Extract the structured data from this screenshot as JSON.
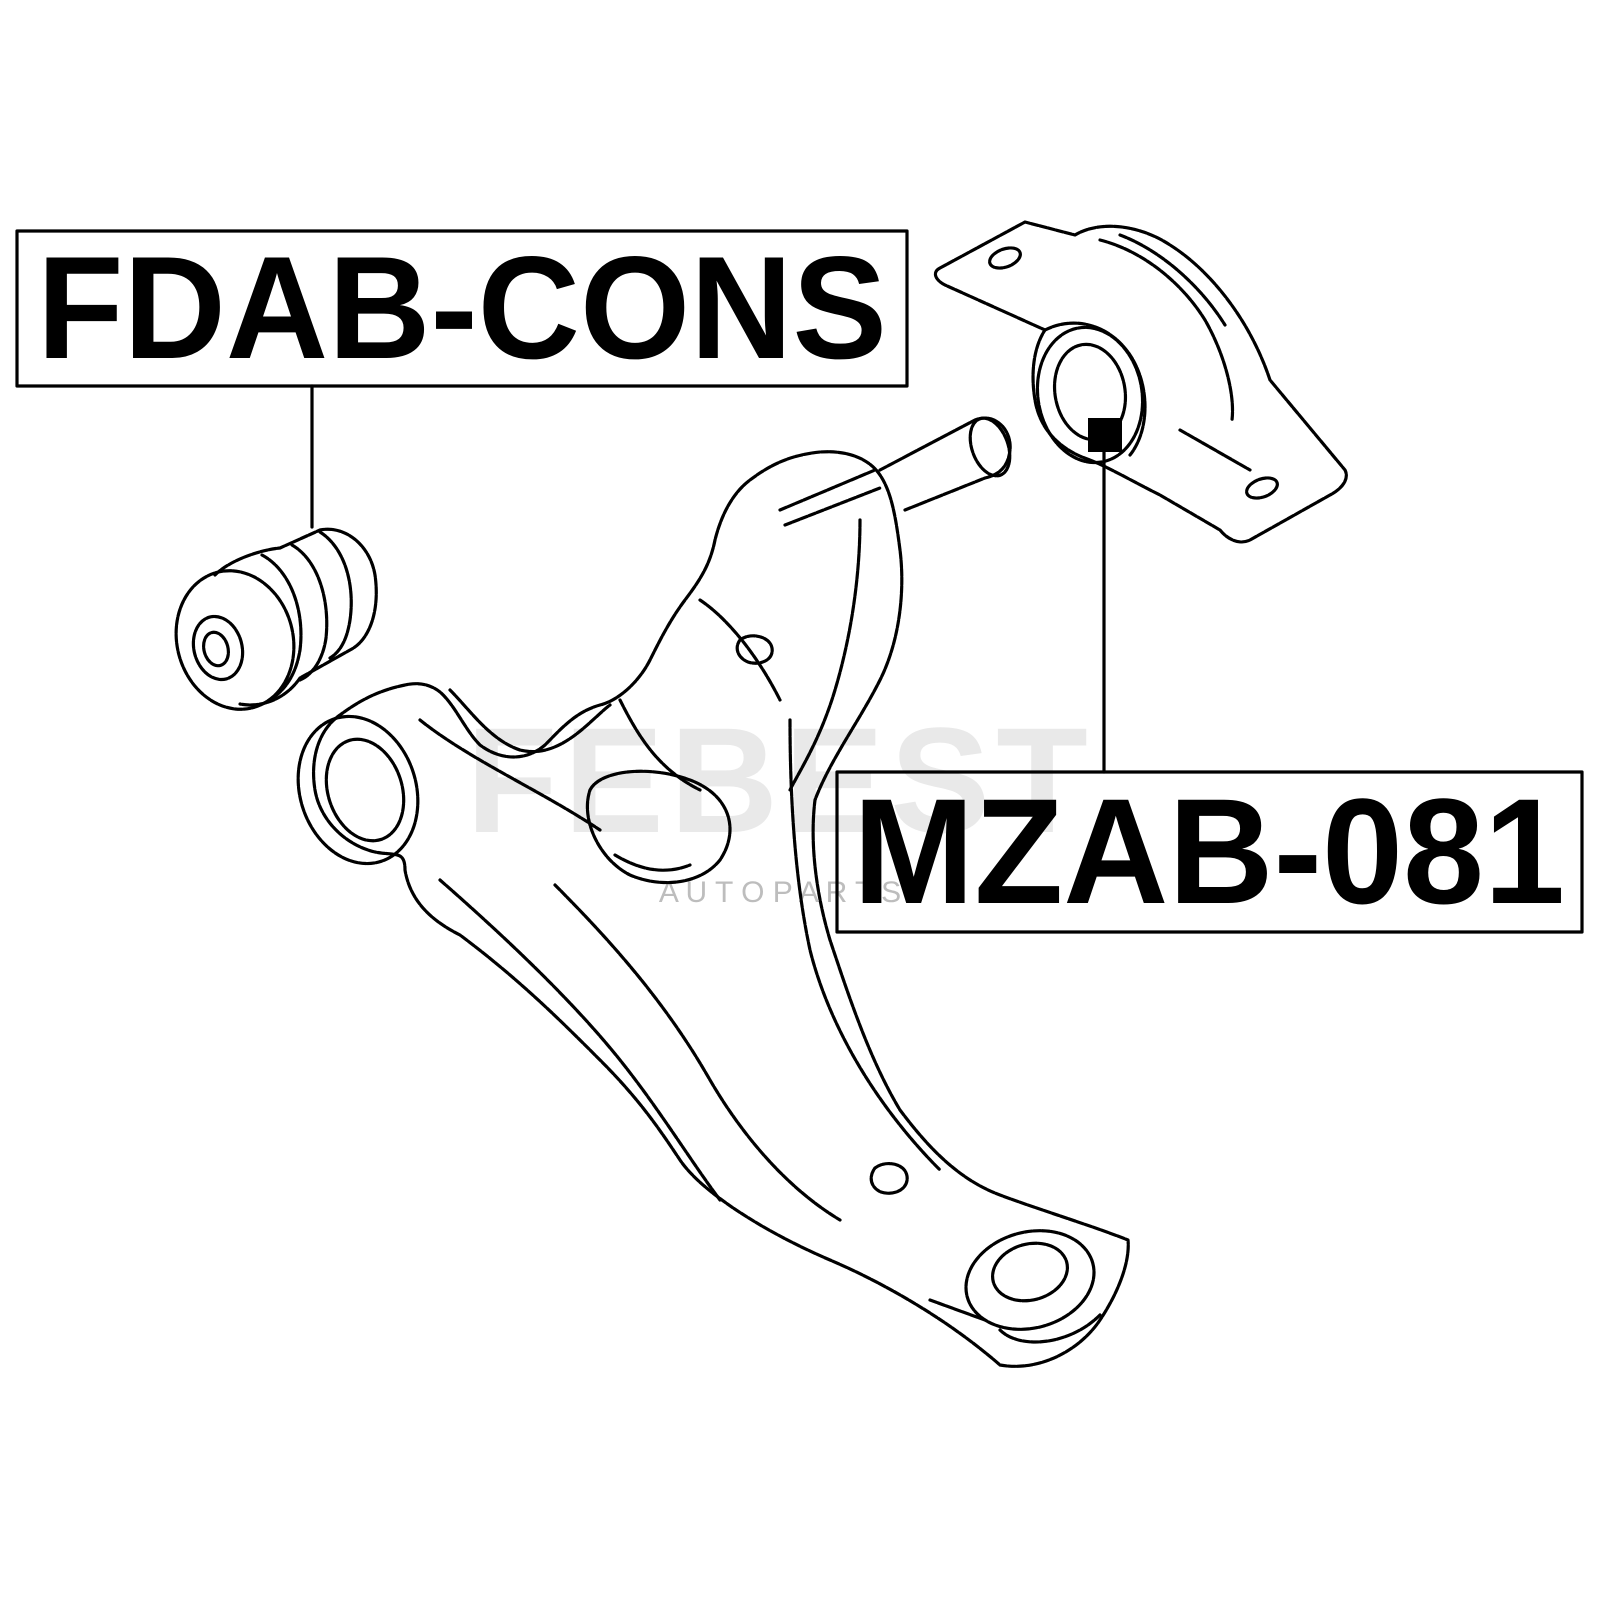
{
  "labels": {
    "left_part": "FDAB-CONS",
    "right_part": "MZAB-081"
  },
  "watermark": {
    "brand": "FEBEST",
    "sub": "A U T O P A R T S"
  },
  "colors": {
    "line": "#000000",
    "background": "#ffffff",
    "watermark": "#e6e6e6"
  }
}
